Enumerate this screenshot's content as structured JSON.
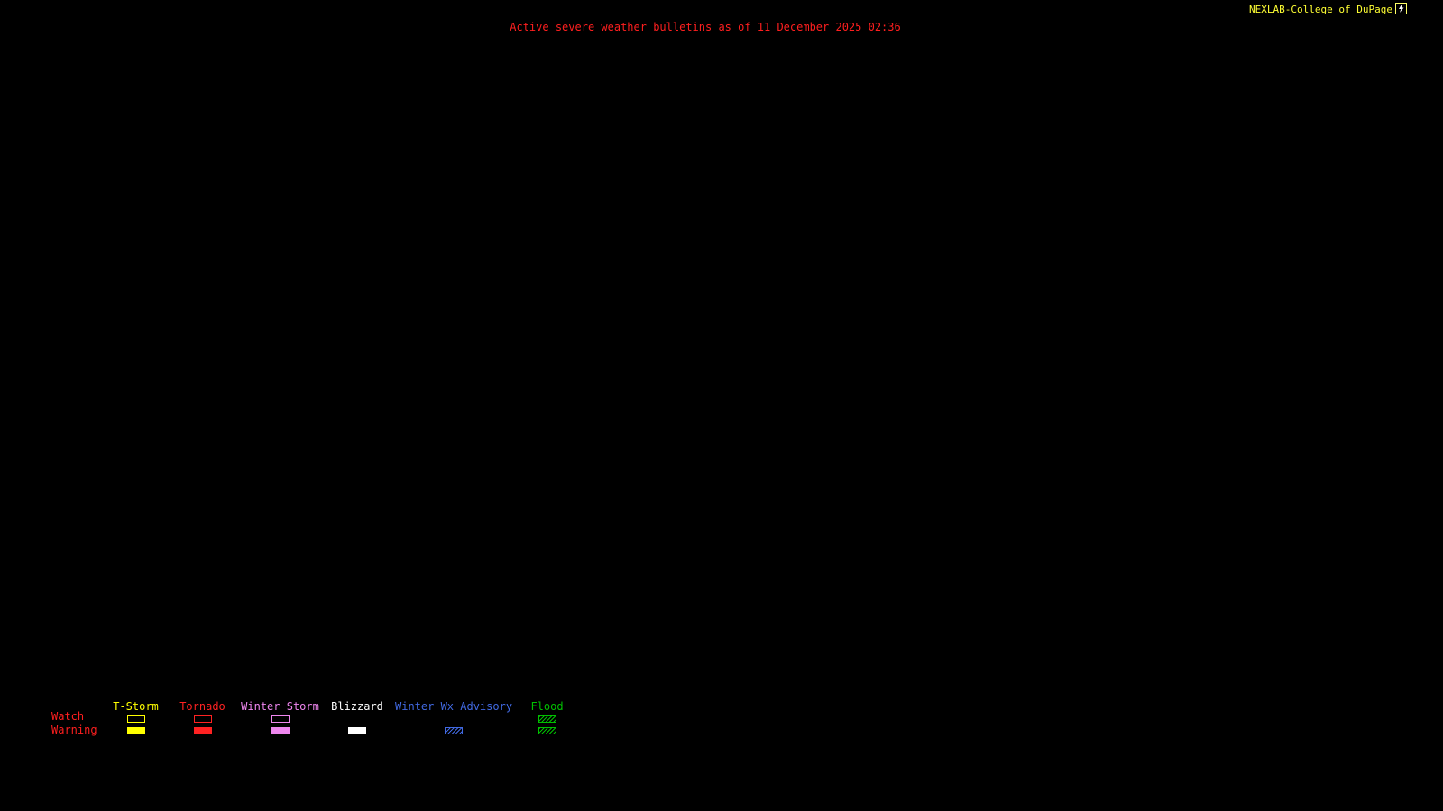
{
  "header": {
    "title": "Active severe weather bulletins as of 11 December 2025 02:36",
    "title_color": "#ff1f1f",
    "attribution": "NEXLAB-College of DuPage",
    "attribution_color": "#ffff33"
  },
  "legend": {
    "rows": [
      "Watch",
      "Warning"
    ],
    "row_label_color": "#ff1f1f",
    "columns": [
      {
        "label": "T-Storm",
        "color": "#ffff00",
        "watch": "outline",
        "warning": "fill"
      },
      {
        "label": "Tornado",
        "color": "#ff2222",
        "watch": "outline",
        "warning": "fill"
      },
      {
        "label": "Winter Storm",
        "color": "#ee86ee",
        "watch": "outline",
        "warning": "fill"
      },
      {
        "label": "Blizzard",
        "color": "#ffffff",
        "watch": "none",
        "warning": "fill"
      },
      {
        "label": "Winter Wx Advisory",
        "color": "#4169e1",
        "watch": "none",
        "warning": "hatch"
      },
      {
        "label": "Flood",
        "color": "#00c000",
        "watch": "hatch",
        "warning": "hatch"
      }
    ]
  }
}
